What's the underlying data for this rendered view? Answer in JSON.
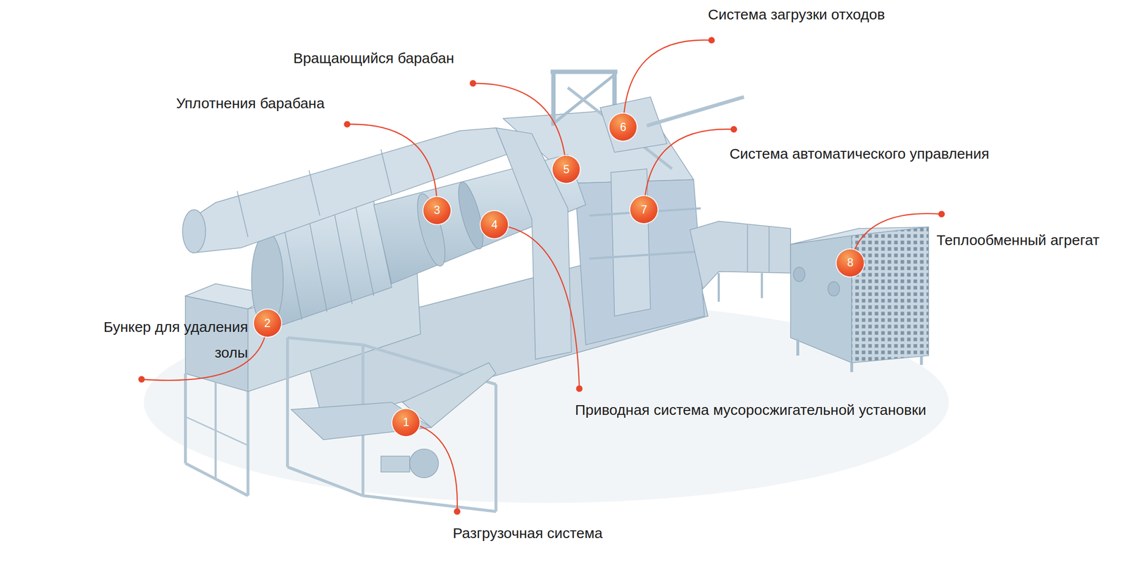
{
  "diagram": {
    "nodes": [
      {
        "text": [
          "1"
        ]
      },
      {
        "text": [
          "2"
        ]
      },
      {
        "text": [
          "3"
        ]
      },
      {
        "text": [
          "4"
        ]
      },
      {
        "text": [
          "5"
        ]
      },
      {
        "text": [
          "6"
        ]
      },
      {
        "text": [
          "7"
        ]
      },
      {
        "text": [
          "8"
        ]
      }
    ],
    "labels": [
      "Система загрузки отходов",
      "Вращающийся барабан",
      "Уплотнения барабана",
      "Система автоматического управления",
      "Теплообменный агрегат",
      "Бункер для удаления золы",
      "Приводная система мусоросжигательной установки",
      "Разгрузочная система"
    ]
  }
}
